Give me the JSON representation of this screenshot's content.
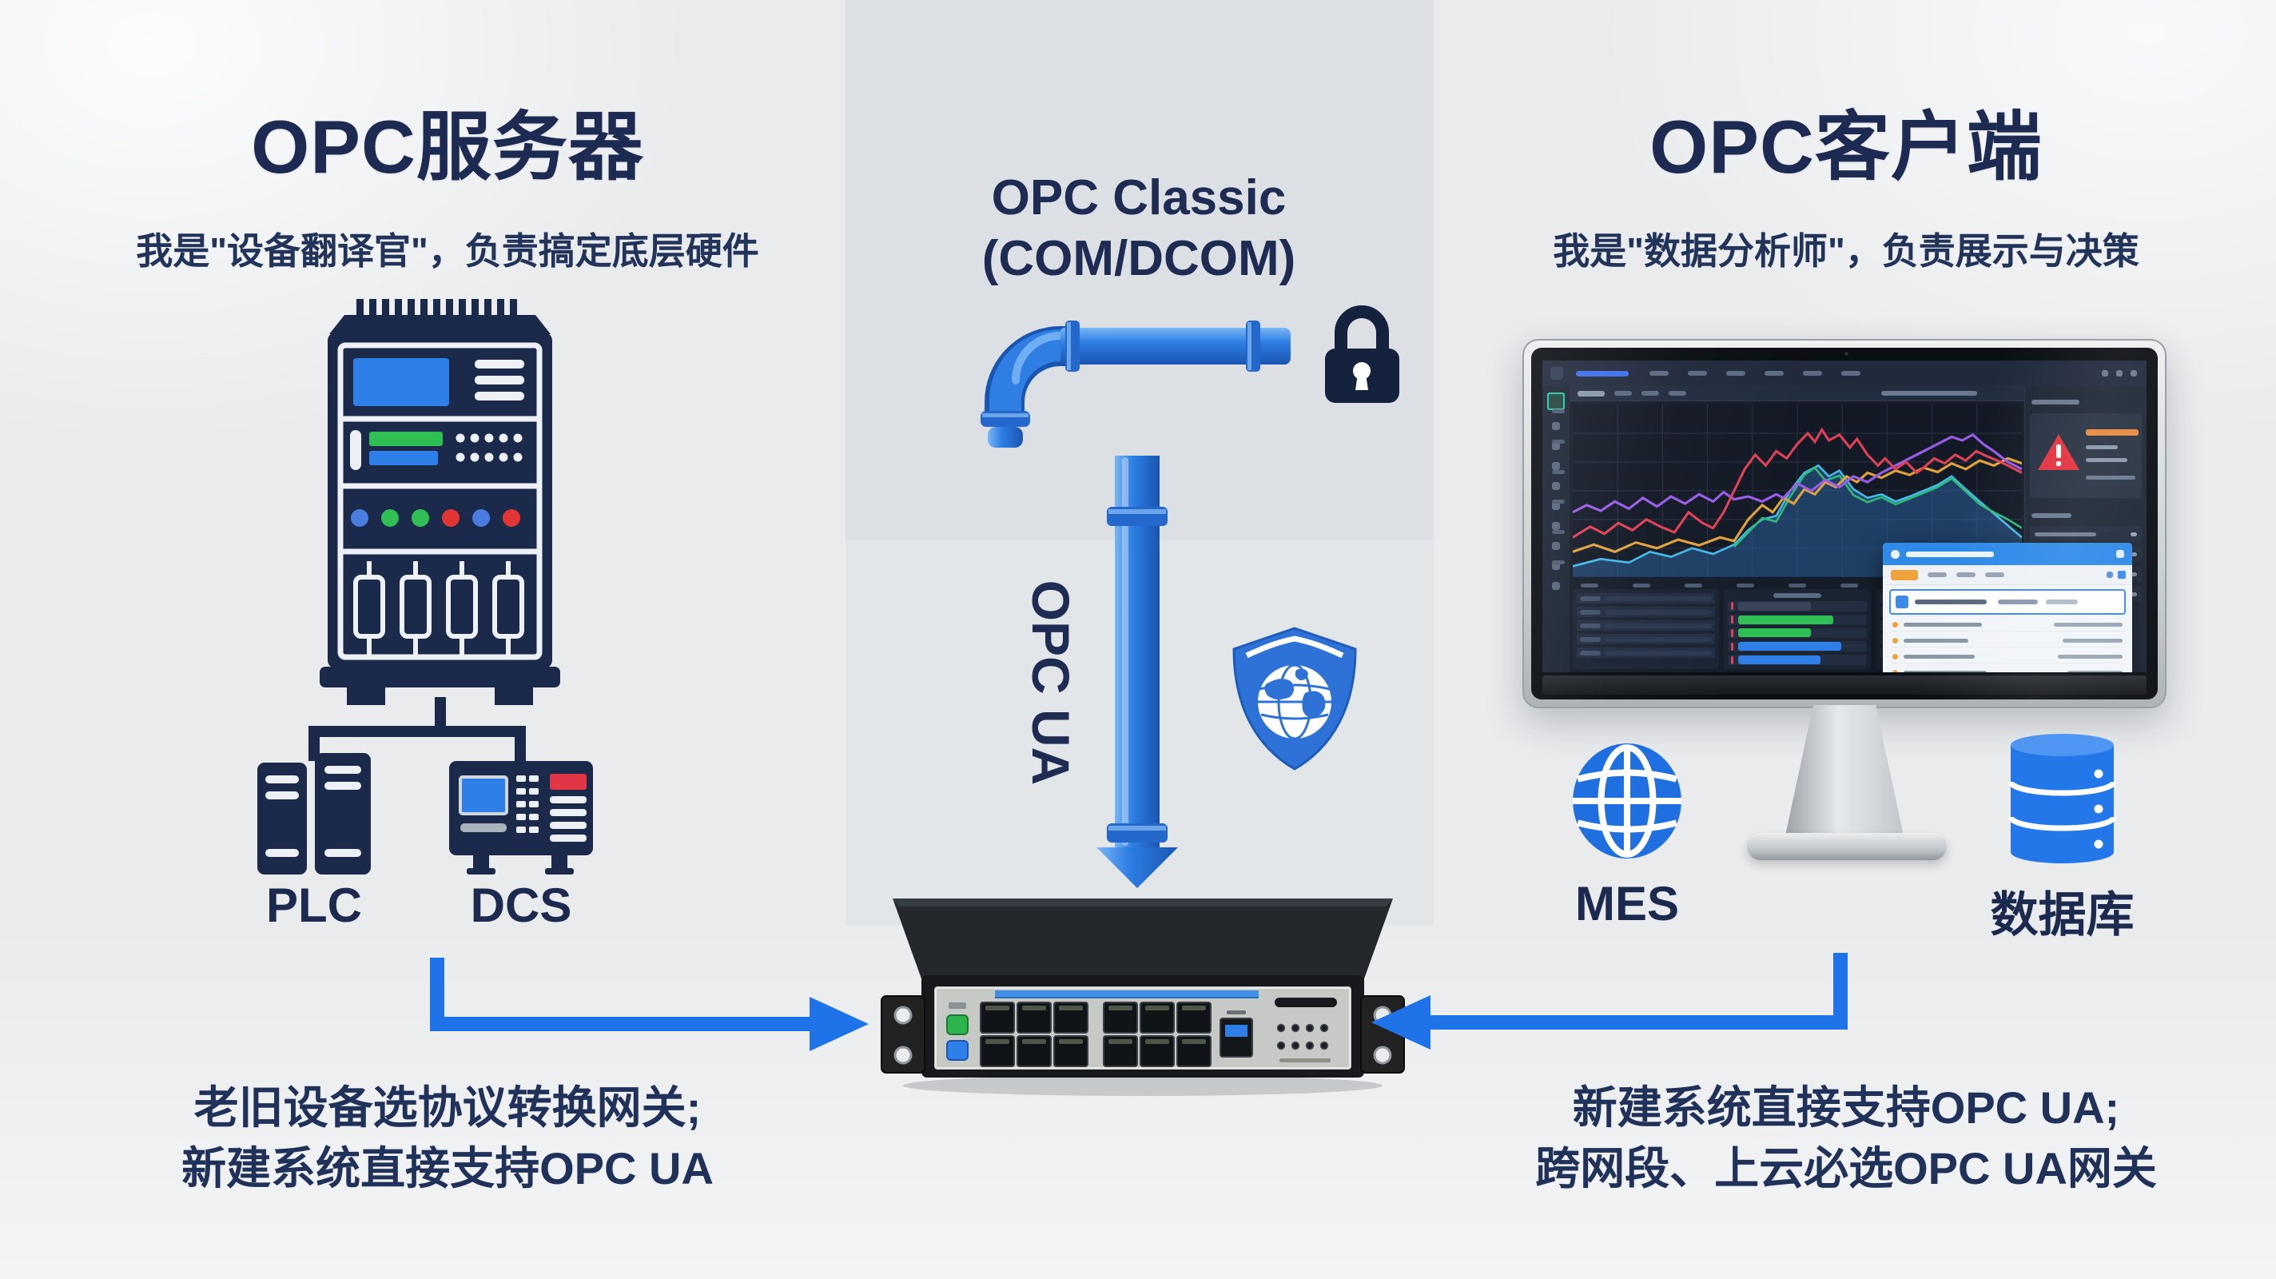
{
  "page": {
    "background": "#e9ebed",
    "accent_blue": "#1e73e8",
    "navy": "#1c2a50"
  },
  "left_panel": {
    "title": "OPC服务器",
    "subtitle": "我是\"设备翻译官\"，负责搞定底层硬件",
    "plc_label": "PLC",
    "dcs_label": "DCS",
    "caption_line1": "老旧设备选协议转换网关;",
    "caption_line2": "新建系统直接支持OPC UA"
  },
  "middle_panel": {
    "classic_title_line1": "OPC Classic",
    "classic_title_line2": "(COM/DCOM)",
    "ua_pipe_label": "OPC UA"
  },
  "right_panel": {
    "title": "OPC客户端",
    "subtitle": "我是\"数据分析师\"，负责展示与决策",
    "mes_label": "MES",
    "database_label": "数据库",
    "caption_line1": "新建系统直接支持OPC UA;",
    "caption_line2": "跨网段、上云必选OPC UA网关"
  },
  "icons": {
    "cabinet": "industrial-control-cabinet",
    "plc": "plc-towers",
    "dcs": "dcs-panel",
    "pipe_elbow": "blue-pipe-elbow",
    "pipe_vertical": "blue-pipe-down-arrow",
    "lock": "padlock",
    "shield": "security-shield-globe",
    "gateway": "rackmount-gateway",
    "monitor": "dashboard-monitor",
    "globe": "mes-globe",
    "database": "database-cylinders"
  }
}
